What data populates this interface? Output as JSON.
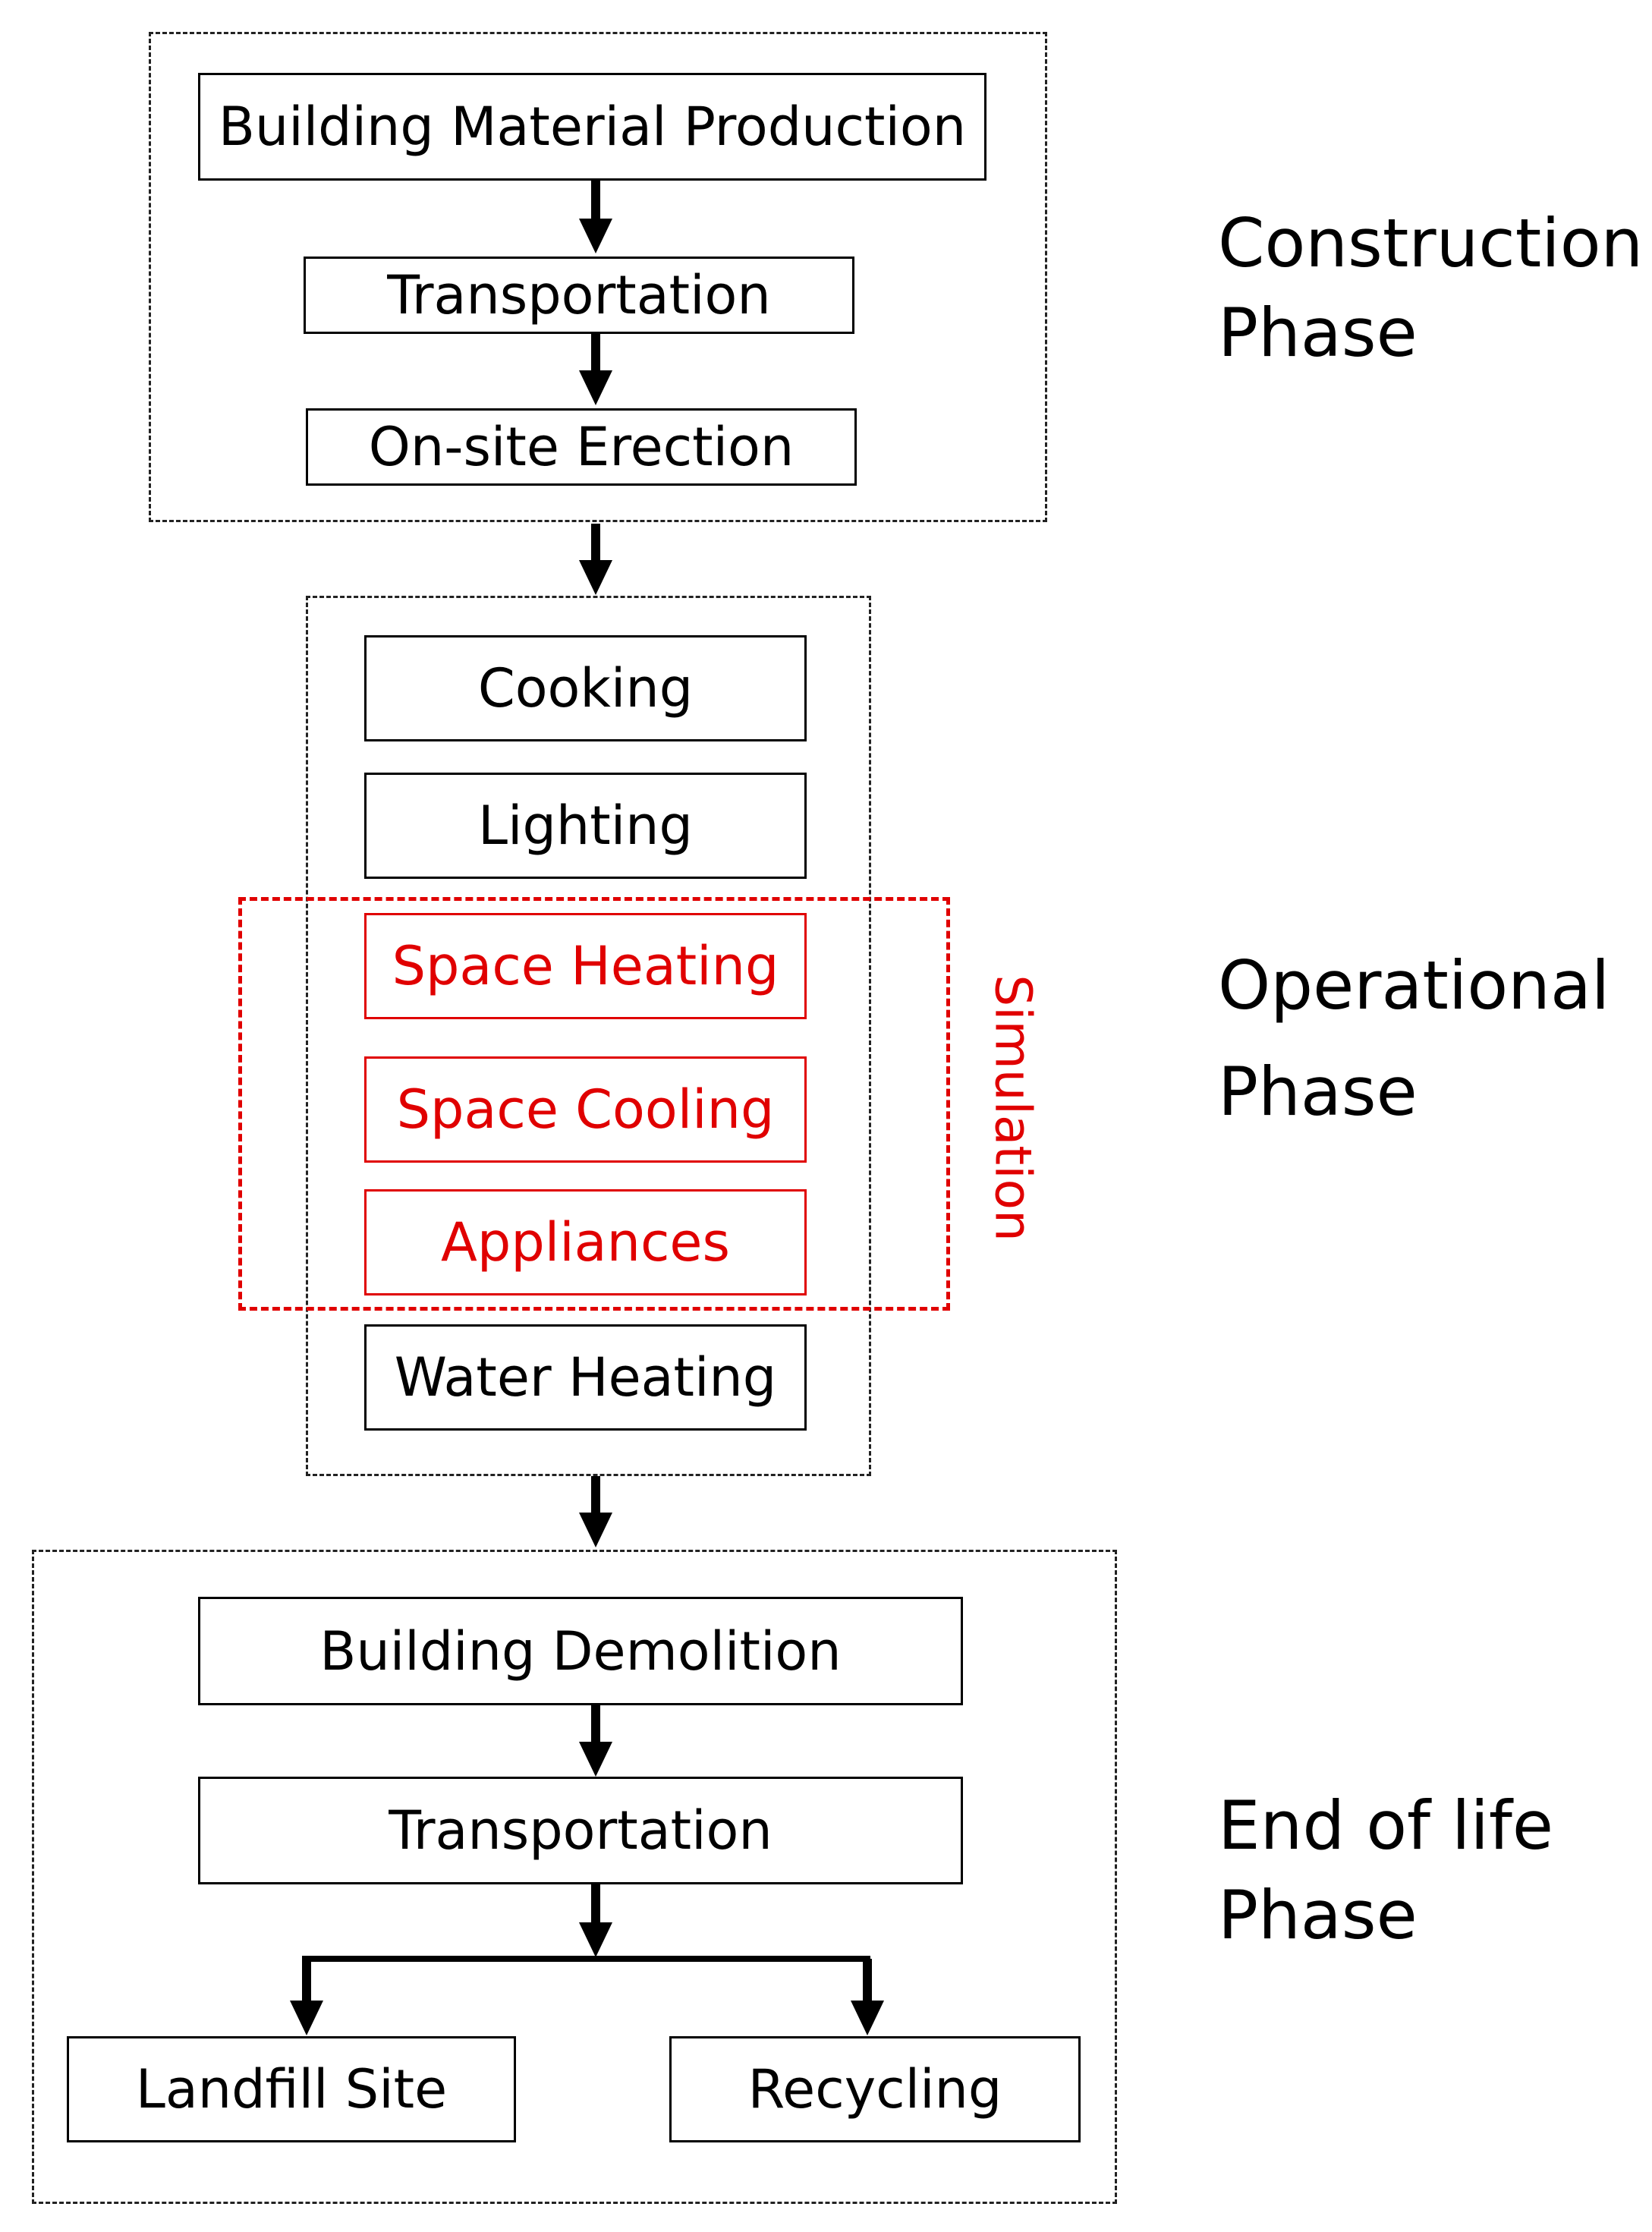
{
  "construction": {
    "steps": [
      "Building Material Production",
      "Transportation",
      "On-site Erection"
    ],
    "phase_label": [
      "Construction",
      "Phase"
    ]
  },
  "operational": {
    "steps": [
      "Cooking",
      "Lighting",
      "Space Heating",
      "Space Cooling",
      "Appliances",
      "Water Heating"
    ],
    "simulated_steps": [
      "Space Heating",
      "Space Cooling",
      "Appliances"
    ],
    "simulation_label": "Simulation",
    "phase_label": [
      "Operational",
      "Phase"
    ]
  },
  "end_of_life": {
    "steps": [
      "Building Demolition",
      "Transportation"
    ],
    "branches": [
      "Landfill Site",
      "Recycling"
    ],
    "phase_label": [
      "End of life",
      "Phase"
    ]
  },
  "colors": {
    "line": "#000000",
    "group_border": "#222222",
    "simulation": "#e00000"
  }
}
